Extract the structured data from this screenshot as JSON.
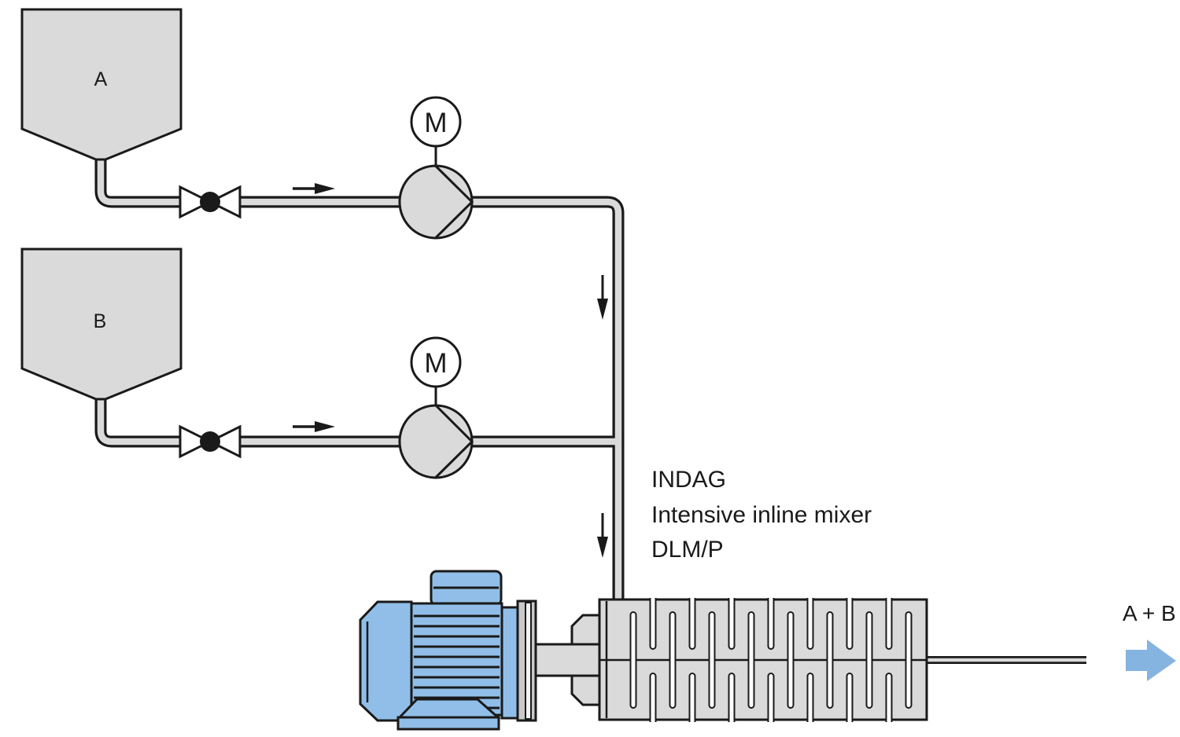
{
  "diagram": {
    "tanks": [
      {
        "id": "tank-a",
        "label": "A"
      },
      {
        "id": "tank-b",
        "label": "B"
      }
    ],
    "pumps": [
      {
        "id": "pump-a",
        "motor_label": "M",
        "icon": "centrifugal-pump-icon"
      },
      {
        "id": "pump-b",
        "motor_label": "M",
        "icon": "centrifugal-pump-icon"
      }
    ],
    "valves": [
      {
        "id": "valve-a",
        "icon": "shutoff-valve-icon"
      },
      {
        "id": "valve-b",
        "icon": "shutoff-valve-icon"
      }
    ],
    "flow_arrows": [
      {
        "id": "flow-arrow-line-a",
        "direction": "right"
      },
      {
        "id": "flow-arrow-line-b",
        "direction": "right"
      },
      {
        "id": "flow-arrow-drop-1",
        "direction": "down"
      },
      {
        "id": "flow-arrow-drop-2",
        "direction": "down"
      }
    ],
    "mixer": {
      "annotation": [
        "INDAG",
        "Intensive inline mixer",
        "DLM/P"
      ]
    },
    "output": {
      "label": "A + B",
      "icon": "block-arrow-right-icon"
    },
    "colors": {
      "outline": "#1a1a1a",
      "equipment_gray": "#dadada",
      "motor_blue": "#90bee8",
      "arrow_blue": "#85b4e0",
      "slot_white": "#ffffff"
    }
  }
}
